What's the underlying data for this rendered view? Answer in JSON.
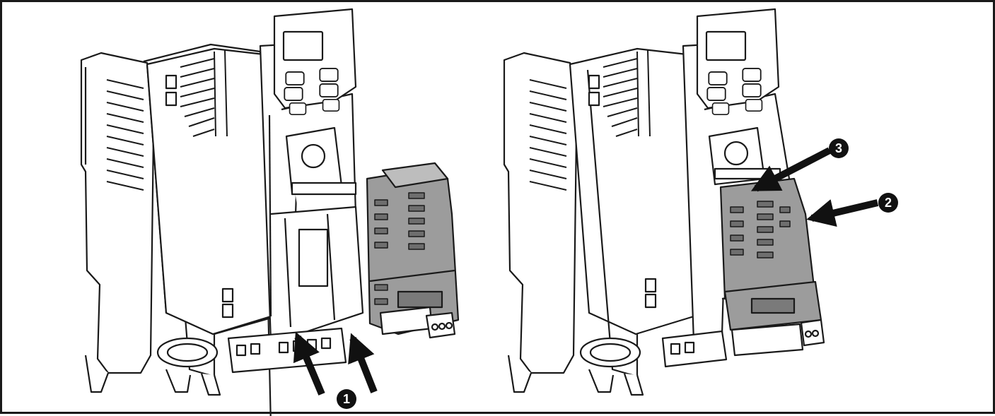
{
  "figure": {
    "panels": [
      {
        "id": "left",
        "state": "module-separated"
      },
      {
        "id": "right",
        "state": "module-installed"
      }
    ],
    "callouts": [
      {
        "label": "1"
      },
      {
        "label": "2"
      },
      {
        "label": "3"
      }
    ],
    "colors": {
      "outline": "#1a1a1a",
      "module_fill": "#9c9c9c",
      "drive_fill": "#ffffff",
      "callout_fill": "#111111"
    }
  }
}
